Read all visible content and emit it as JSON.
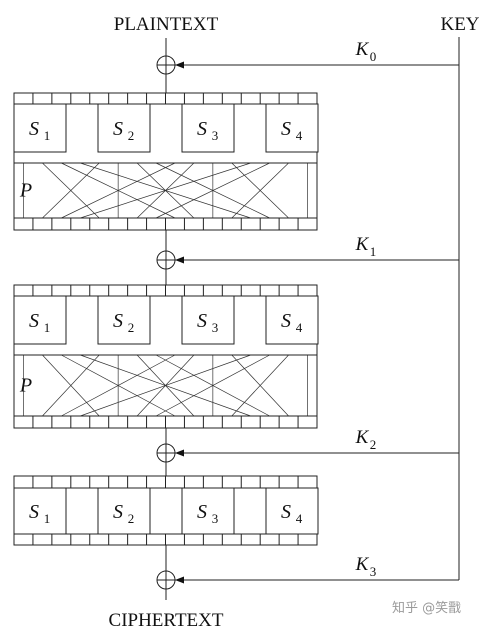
{
  "labels": {
    "plaintext": "PLAINTEXT",
    "ciphertext": "CIPHERTEXT",
    "key": "KEY",
    "permutation": "P"
  },
  "sbox_letter": "S",
  "sbox_indices": [
    "1",
    "2",
    "3",
    "4"
  ],
  "round_keys": [
    {
      "letter": "K",
      "sub": "0"
    },
    {
      "letter": "K",
      "sub": "1"
    },
    {
      "letter": "K",
      "sub": "2"
    },
    {
      "letter": "K",
      "sub": "3"
    }
  ],
  "watermark": "知乎 @笑戬"
}
